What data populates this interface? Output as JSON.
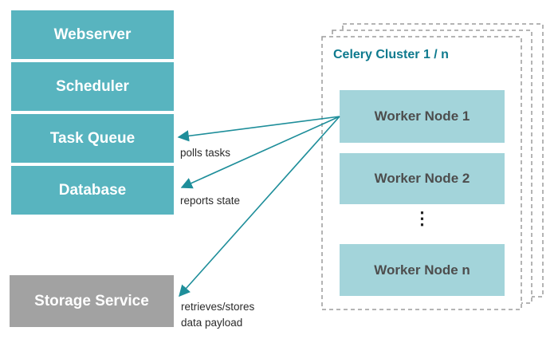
{
  "diagram": {
    "left_nodes": [
      {
        "label": "Webserver",
        "type": "teal"
      },
      {
        "label": "Scheduler",
        "type": "teal"
      },
      {
        "label": "Task Queue",
        "type": "teal"
      },
      {
        "label": "Database",
        "type": "teal"
      },
      {
        "label": "Storage Service",
        "type": "gray"
      }
    ],
    "cluster": {
      "title": "Celery Cluster 1 / n",
      "workers": [
        "Worker Node 1",
        "Worker Node 2",
        "Worker Node n"
      ],
      "ellipsis": "⋮",
      "stacked_layers": 3
    },
    "edges": [
      {
        "label": "polls tasks",
        "from": "Worker Node 1",
        "to": "Task Queue"
      },
      {
        "label": "reports state",
        "from": "Worker Node 1",
        "to": "Database"
      },
      {
        "label": "retrieves/stores data payload",
        "from": "Worker Node 1",
        "to": "Storage Service"
      }
    ],
    "colors": {
      "teal_box": "#58b4bf",
      "worker_box": "#a3d4da",
      "gray_box": "#a2a2a2",
      "cluster_title": "#0e7a8e",
      "arrow": "#1e8e9a",
      "dashed_border": "#9b9b9b",
      "box_text": "#ffffff",
      "worker_text": "#4d4d4d",
      "edge_label_text": "#2b2b2b"
    }
  }
}
